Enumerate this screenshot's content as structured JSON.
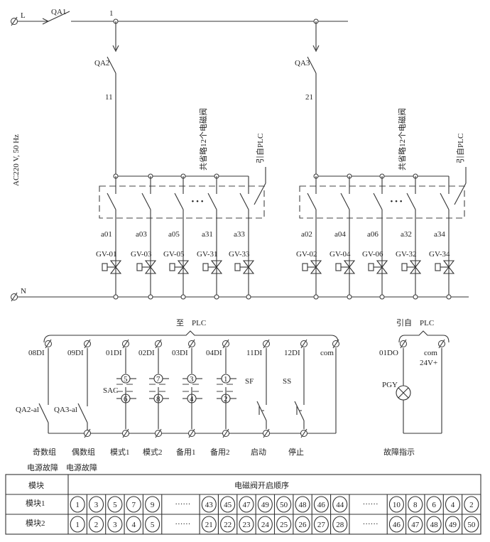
{
  "top": {
    "phase_label": "L",
    "neutral_label": "N",
    "main_breaker": "QA1",
    "node_1": "1",
    "supply": "AC220 V, 50 Hz",
    "groups": [
      {
        "breaker": "QA2",
        "wire": "11",
        "omit_note": "共省略12个电磁阀",
        "plc_note": "引自PLC",
        "contacts": [
          "a01",
          "a03",
          "a05",
          "a31",
          "a33"
        ],
        "valves": [
          "GV-01",
          "GV-03",
          "GV-05",
          "GV-31",
          "GV-33"
        ],
        "ellipsis": "• • •"
      },
      {
        "breaker": "QA3",
        "wire": "21",
        "omit_note": "共省略12个电磁阀",
        "plc_note": "引自PLC",
        "contacts": [
          "a02",
          "a04",
          "a06",
          "a32",
          "a34"
        ],
        "valves": [
          "GV-02",
          "GV-04",
          "GV-06",
          "GV-32",
          "GV-34"
        ],
        "ellipsis": "• • •"
      }
    ]
  },
  "inputs": {
    "title": "至　PLC",
    "terminals": [
      "08DI",
      "09DI",
      "01DI",
      "02DI",
      "03DI",
      "04DI",
      "11DI",
      "12DI",
      "com"
    ],
    "descriptions": [
      "奇数组",
      "偶数组",
      "模式1",
      "模式2",
      "备用1",
      "备用2",
      "启动",
      "停止"
    ],
    "descriptions2": [
      "电源故障",
      "电源故障"
    ],
    "switch_labels": {
      "qa2": "QA2-al",
      "qa3": "QA3-al",
      "sac": "SAC",
      "sf": "SF",
      "ss": "SS"
    },
    "selector_positions": [
      [
        "5",
        "6"
      ],
      [
        "7",
        "8"
      ],
      [
        "3",
        "4"
      ],
      [
        "1",
        "2"
      ]
    ]
  },
  "outputs": {
    "title": "引自　PLC",
    "terminals": [
      "01DO",
      "com",
      "24V+"
    ],
    "lamp": "PGY",
    "description": "故障指示"
  },
  "table": {
    "header": [
      "模块",
      "电磁阀开启顺序"
    ],
    "rows": [
      {
        "label": "模块1",
        "seq": [
          "1",
          "3",
          "5",
          "7",
          "9",
          "……",
          "43",
          "45",
          "47",
          "49",
          "50",
          "48",
          "46",
          "44",
          "……",
          "10",
          "8",
          "6",
          "4",
          "2"
        ]
      },
      {
        "label": "模块2",
        "seq": [
          "1",
          "2",
          "3",
          "4",
          "5",
          "……",
          "21",
          "22",
          "23",
          "24",
          "25",
          "26",
          "27",
          "28",
          "……",
          "46",
          "47",
          "48",
          "49",
          "50"
        ]
      }
    ]
  }
}
